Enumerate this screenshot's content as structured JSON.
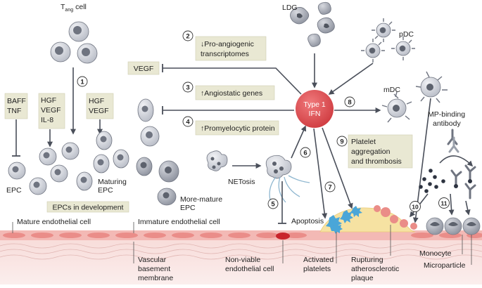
{
  "cells": {
    "t_ang_prefix": "T",
    "t_ang_sub": "ang",
    "t_ang_suffix": "cell",
    "ldg": "LDG",
    "pdc": "pDC",
    "mdc": "mDC",
    "epc": "EPC",
    "maturing_epc_1": "Maturing",
    "maturing_epc_2": "EPC",
    "more_mature_1": "More-mature",
    "more_mature_2": "EPC",
    "epcs_in_development": "EPCs in development"
  },
  "factors": {
    "baff_tnf": [
      "BAFF",
      "TNF"
    ],
    "hgf_vegf_il8": [
      "HGF",
      "VEGF",
      "IL-8"
    ],
    "hgf_vegf": [
      "HGF",
      "VEGF"
    ],
    "vegf": "VEGF"
  },
  "center": {
    "line1": "Type 1",
    "line2": "IFN"
  },
  "steps": {
    "s1": "1",
    "s2": "2",
    "s2_text_1": "↓Pro-angiogenic",
    "s2_text_2": "transcriptomes",
    "s3": "3",
    "s3_text": "↑Angiostatic genes",
    "s4": "4",
    "s4_text": "↑Promyelocytic protein",
    "s5": "5",
    "s6": "6",
    "s7": "7",
    "s8": "8",
    "s9": "9",
    "s9_text_1": "Platelet",
    "s9_text_2": "aggregation",
    "s9_text_3": "and thrombosis",
    "s10": "10",
    "s11": "11"
  },
  "labels": {
    "netosis": "NETosis",
    "apoptosis": "Apoptosis",
    "mp_binding_1": "MP-binding",
    "mp_binding_2": "antibody",
    "mature_endo": "Mature endothelial cell",
    "immature_endo": "Immature endothelial cell",
    "vascular_1": "Vascular",
    "vascular_2": "basement",
    "vascular_3": "membrane",
    "nonviable_1": "Non-viable",
    "nonviable_2": "endothelial cell",
    "activated_1": "Activated",
    "activated_2": "platelets",
    "rupturing_1": "Rupturing",
    "rupturing_2": "atherosclerotic",
    "rupturing_3": "plaque",
    "monocyte": "Monocyte",
    "microparticle": "Microparticle"
  },
  "colors": {
    "ifn_red": "#d9474b",
    "box_beige": "#e9e8d3",
    "cell_grey": "#c9ccd4",
    "vessel_pink": "#f2c9c6",
    "plaque_yellow": "#f6e2a2",
    "platelet_blue": "#4aa6d8"
  }
}
